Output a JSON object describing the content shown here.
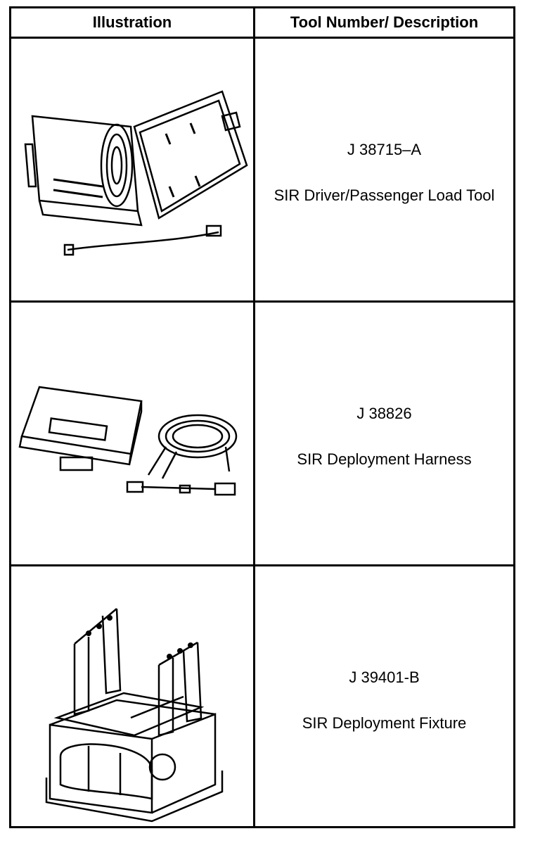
{
  "table": {
    "headers": {
      "illustration": "Illustration",
      "tool": "Tool Number/ Description"
    },
    "rows": [
      {
        "tool_number": "J 38715–A",
        "description": "SIR Driver/Passenger Load Tool",
        "illustration_icon": "load-tool-case-icon"
      },
      {
        "tool_number": "J 38826",
        "description": "SIR Deployment Harness",
        "illustration_icon": "harness-case-icon"
      },
      {
        "tool_number": "J 39401-B",
        "description": "SIR Deployment Fixture",
        "illustration_icon": "deployment-fixture-icon"
      }
    ]
  }
}
